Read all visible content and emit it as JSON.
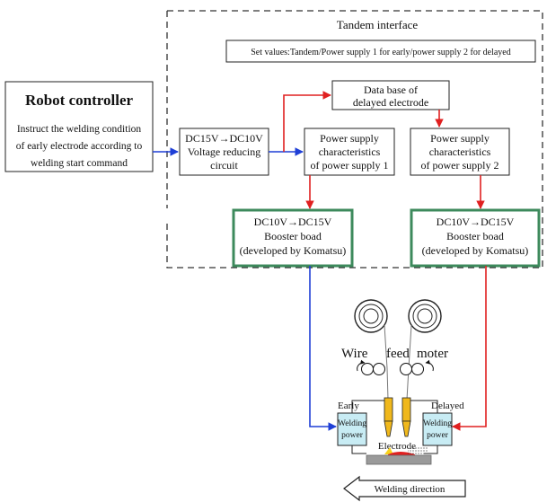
{
  "tandem_interface": {
    "title": "Tandem interface",
    "set_values": "Set values:Tandem/Power supply 1 for early/power supply 2 for delayed"
  },
  "robot_controller": {
    "title": "Robot controller",
    "lines": [
      "Instruct the welding condition",
      "of early electrode according to",
      "welding start command"
    ]
  },
  "voltage_reducing": {
    "lines": [
      "DC15V→DC10V",
      "Voltage reducing",
      "circuit"
    ]
  },
  "database": {
    "lines": [
      "Data base of",
      "delayed electrode"
    ]
  },
  "psc1": {
    "lines": [
      "Power supply",
      "characteristics",
      "of power supply 1"
    ]
  },
  "psc2": {
    "lines": [
      "Power supply",
      "characteristics",
      "of power supply 2"
    ]
  },
  "booster1": {
    "lines": [
      "DC10V→DC15V",
      "Booster boad",
      "(developed by Komatsu)"
    ]
  },
  "booster2": {
    "lines": [
      "DC10V→DC15V",
      "Booster boad",
      "(developed by Komatsu)"
    ]
  },
  "wire_feed": {
    "words": [
      "Wire",
      "feed",
      "moter"
    ]
  },
  "early_label": "Early",
  "delayed_label": "Delayed",
  "welding_power_left": [
    "Welding",
    "power"
  ],
  "welding_power_right": [
    "Welding",
    "power"
  ],
  "electrode_label": "Electrode",
  "welding_direction": "Welding direction",
  "colors": {
    "signal_blue": "#1f3fd6",
    "signal_red": "#e02020",
    "booster_border": "#3d8a5c",
    "welding_power_fill": "#c8ecf4",
    "torch_fill": "#f0b81c"
  }
}
